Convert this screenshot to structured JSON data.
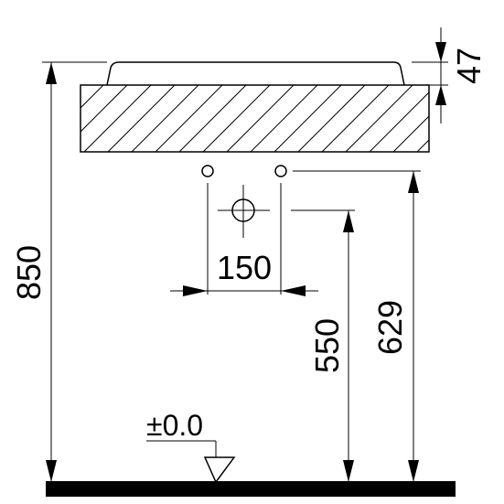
{
  "dimensions": {
    "total_height": "850",
    "basin_height": "47",
    "tap_spacing": "150",
    "drain_height": "550",
    "tap_height": "629"
  },
  "floor_level": "±0.0"
}
